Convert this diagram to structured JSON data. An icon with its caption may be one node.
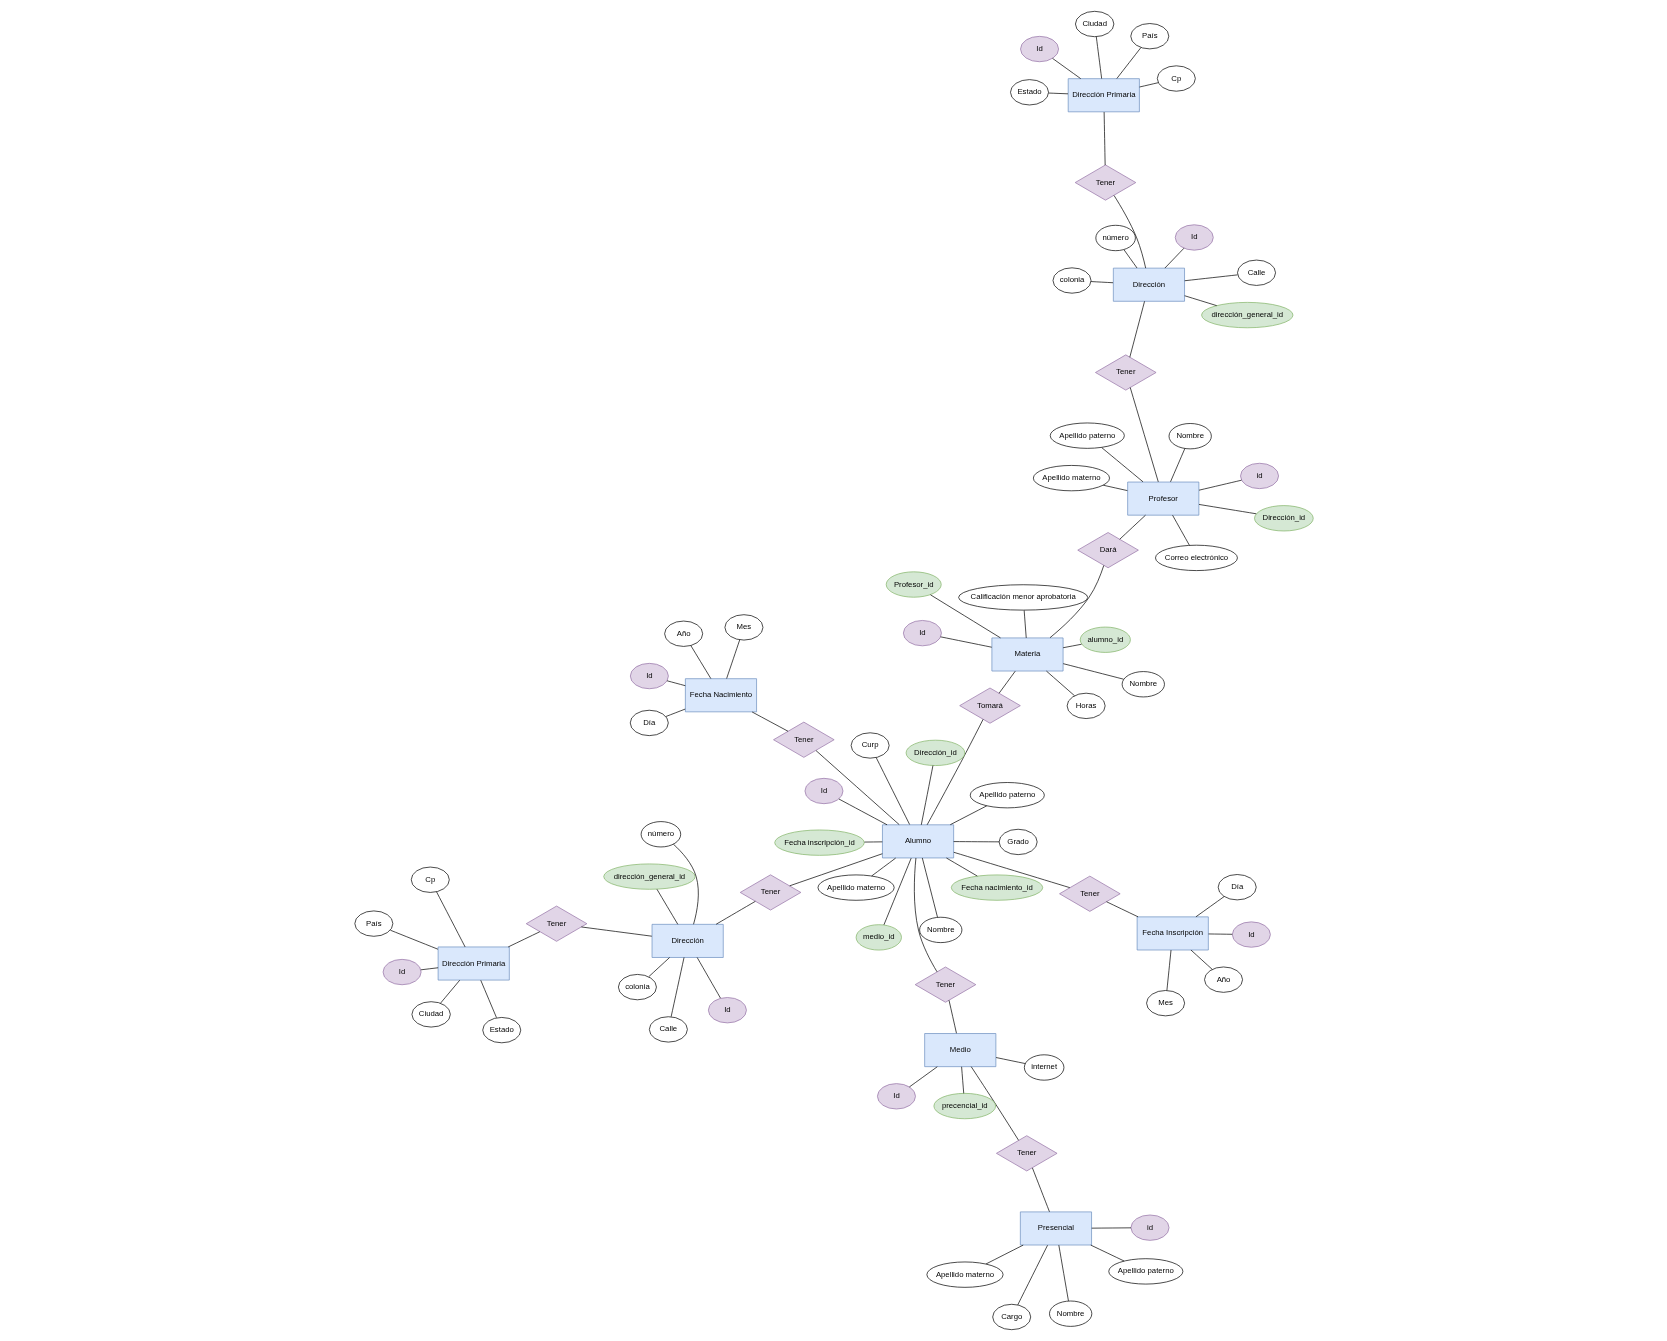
{
  "diagram": {
    "nodes": [
      {
        "text": [
          "Presencial"
        ]
      },
      {
        "text": [
          "id"
        ]
      },
      {
        "text": [
          "Nombre"
        ]
      },
      {
        "text": [
          "Apellido materno"
        ]
      },
      {
        "text": [
          "Apellido paterno"
        ]
      },
      {
        "text": [
          "Cargo"
        ]
      },
      {
        "text": [
          "Tener"
        ]
      },
      {
        "text": [
          "Medio"
        ]
      },
      {
        "text": [
          "Id"
        ]
      },
      {
        "text": [
          "internet"
        ]
      },
      {
        "text": [
          "precencial_id"
        ]
      },
      {
        "text": [
          "Tener"
        ]
      },
      {
        "text": [
          "Fecha Inscripción"
        ]
      },
      {
        "text": [
          "Id"
        ]
      },
      {
        "text": [
          "Día"
        ]
      },
      {
        "text": [
          "Mes"
        ]
      },
      {
        "text": [
          "Año"
        ]
      },
      {
        "text": [
          "Tener"
        ]
      },
      {
        "text": [
          "Alumno"
        ]
      },
      {
        "text": [
          "Id"
        ]
      },
      {
        "text": [
          "Nombre"
        ]
      },
      {
        "text": [
          "Apellido materno"
        ]
      },
      {
        "text": [
          "Apellido paterno"
        ]
      },
      {
        "text": [
          "Dirección_id"
        ]
      },
      {
        "text": [
          "Curp"
        ]
      },
      {
        "text": [
          "Fecha nacimiento_id"
        ]
      },
      {
        "text": [
          "Grado"
        ]
      },
      {
        "text": [
          "Fecha inscripción_id"
        ]
      },
      {
        "text": [
          "medio_id"
        ]
      },
      {
        "text": [
          "Profesor"
        ]
      },
      {
        "text": [
          "id"
        ]
      },
      {
        "text": [
          "Nombre"
        ]
      },
      {
        "text": [
          "Apellido materno"
        ]
      },
      {
        "text": [
          "Apellido paterno"
        ]
      },
      {
        "text": [
          "Dirección_id"
        ]
      },
      {
        "text": [
          "Correo electrónico"
        ]
      },
      {
        "text": [
          "Tener"
        ]
      },
      {
        "text": [
          "Fecha Nacimiento"
        ]
      },
      {
        "text": [
          "Id"
        ]
      },
      {
        "text": [
          "Día"
        ]
      },
      {
        "text": [
          "Mes"
        ]
      },
      {
        "text": [
          "Año"
        ]
      },
      {
        "text": [
          "Tomará"
        ]
      },
      {
        "text": [
          "Dará"
        ]
      },
      {
        "text": [
          "Materia"
        ]
      },
      {
        "text": [
          "Id"
        ]
      },
      {
        "text": [
          "Nombre"
        ]
      },
      {
        "text": [
          "Horas"
        ]
      },
      {
        "text": [
          "Calificación menor aprobatoria"
        ]
      },
      {
        "text": [
          "alumno_id"
        ]
      },
      {
        "text": [
          "Profesor_id"
        ]
      },
      {
        "text": [
          "Tener"
        ]
      },
      {
        "text": [
          "Dirección"
        ]
      },
      {
        "text": [
          "Id"
        ]
      },
      {
        "text": [
          "Calle"
        ]
      },
      {
        "text": [
          "dirección_general_id"
        ]
      },
      {
        "text": [
          "colonia"
        ]
      },
      {
        "text": [
          "número"
        ]
      },
      {
        "text": [
          "Tener"
        ]
      },
      {
        "text": [
          "Dirección Primaria"
        ]
      },
      {
        "text": [
          "Id"
        ]
      },
      {
        "text": [
          "Ciudad"
        ]
      },
      {
        "text": [
          "Estado"
        ]
      },
      {
        "text": [
          "País"
        ]
      },
      {
        "text": [
          "Cp"
        ]
      },
      {
        "text": [
          "Tener"
        ]
      },
      {
        "text": [
          "Dirección"
        ]
      },
      {
        "text": [
          "Id"
        ]
      },
      {
        "text": [
          "Calle"
        ]
      },
      {
        "text": [
          "dirección_general_id"
        ]
      },
      {
        "text": [
          "colonia"
        ]
      },
      {
        "text": [
          "número"
        ]
      },
      {
        "text": [
          "Tener"
        ]
      },
      {
        "text": [
          "Dirección Primaria"
        ]
      },
      {
        "text": [
          "Id"
        ]
      },
      {
        "text": [
          "Ciudad"
        ]
      },
      {
        "text": [
          "Estado"
        ]
      },
      {
        "text": [
          "País"
        ]
      },
      {
        "text": [
          "Cp"
        ]
      }
    ],
    "edges": [
      {
        "from": 1,
        "to": 0,
        "arrow": "none"
      },
      {
        "from": 2,
        "to": 0,
        "arrow": "none"
      },
      {
        "from": 3,
        "to": 0,
        "arrow": "none"
      },
      {
        "from": 4,
        "to": 0,
        "arrow": "none"
      },
      {
        "from": 5,
        "to": 0,
        "arrow": "none"
      },
      {
        "from": 0,
        "to": 6,
        "arrow": "none"
      },
      {
        "from": 6,
        "to": 7,
        "arrow": "none"
      },
      {
        "from": 8,
        "to": 7,
        "arrow": "none"
      },
      {
        "from": 9,
        "to": 7,
        "arrow": "none"
      },
      {
        "from": 10,
        "to": 7,
        "arrow": "none"
      },
      {
        "from": 7,
        "to": 11,
        "arrow": "none"
      },
      {
        "from": 11,
        "to": 18,
        "arrow": "none"
      },
      {
        "from": 13,
        "to": 12,
        "arrow": "none"
      },
      {
        "from": 14,
        "to": 12,
        "arrow": "none"
      },
      {
        "from": 15,
        "to": 12,
        "arrow": "none"
      },
      {
        "from": 16,
        "to": 12,
        "arrow": "none"
      },
      {
        "from": 12,
        "to": 17,
        "arrow": "none"
      },
      {
        "from": 17,
        "to": 18,
        "arrow": "none"
      },
      {
        "from": 19,
        "to": 18,
        "arrow": "none"
      },
      {
        "from": 20,
        "to": 18,
        "arrow": "none"
      },
      {
        "from": 21,
        "to": 18,
        "arrow": "none"
      },
      {
        "from": 22,
        "to": 18,
        "arrow": "none"
      },
      {
        "from": 23,
        "to": 18,
        "arrow": "none"
      },
      {
        "from": 24,
        "to": 18,
        "arrow": "none"
      },
      {
        "from": 25,
        "to": 18,
        "arrow": "none"
      },
      {
        "from": 26,
        "to": 18,
        "arrow": "none"
      },
      {
        "from": 27,
        "to": 18,
        "arrow": "none"
      },
      {
        "from": 28,
        "to": 18,
        "arrow": "none"
      },
      {
        "from": 30,
        "to": 29,
        "arrow": "none"
      },
      {
        "from": 31,
        "to": 29,
        "arrow": "none"
      },
      {
        "from": 32,
        "to": 29,
        "arrow": "none"
      },
      {
        "from": 33,
        "to": 29,
        "arrow": "none"
      },
      {
        "from": 34,
        "to": 29,
        "arrow": "none"
      },
      {
        "from": 35,
        "to": 29,
        "arrow": "none"
      },
      {
        "from": 18,
        "to": 36,
        "arrow": "none"
      },
      {
        "from": 36,
        "to": 37,
        "arrow": "none"
      },
      {
        "from": 38,
        "to": 37,
        "arrow": "none"
      },
      {
        "from": 39,
        "to": 37,
        "arrow": "none"
      },
      {
        "from": 40,
        "to": 37,
        "arrow": "none"
      },
      {
        "from": 41,
        "to": 37,
        "arrow": "none"
      },
      {
        "from": 18,
        "to": 42,
        "arrow": "none"
      },
      {
        "from": 42,
        "to": 44,
        "arrow": "none"
      },
      {
        "from": 29,
        "to": 43,
        "arrow": "none"
      },
      {
        "from": 43,
        "to": 44,
        "arrow": "none"
      },
      {
        "from": 45,
        "to": 44,
        "arrow": "none"
      },
      {
        "from": 46,
        "to": 44,
        "arrow": "none"
      },
      {
        "from": 47,
        "to": 44,
        "arrow": "none"
      },
      {
        "from": 48,
        "to": 44,
        "arrow": "none"
      },
      {
        "from": 49,
        "to": 44,
        "arrow": "none"
      },
      {
        "from": 50,
        "to": 44,
        "arrow": "none"
      },
      {
        "from": 29,
        "to": 51,
        "arrow": "none"
      },
      {
        "from": 51,
        "to": 52,
        "arrow": "none"
      },
      {
        "from": 53,
        "to": 52,
        "arrow": "none"
      },
      {
        "from": 54,
        "to": 52,
        "arrow": "none"
      },
      {
        "from": 55,
        "to": 52,
        "arrow": "none"
      },
      {
        "from": 56,
        "to": 52,
        "arrow": "none"
      },
      {
        "from": 57,
        "to": 52,
        "arrow": "none"
      },
      {
        "from": 52,
        "to": 58,
        "arrow": "none"
      },
      {
        "from": 58,
        "to": 59,
        "arrow": "none"
      },
      {
        "from": 60,
        "to": 59,
        "arrow": "none"
      },
      {
        "from": 61,
        "to": 59,
        "arrow": "none"
      },
      {
        "from": 62,
        "to": 59,
        "arrow": "none"
      },
      {
        "from": 63,
        "to": 59,
        "arrow": "none"
      },
      {
        "from": 64,
        "to": 59,
        "arrow": "none"
      },
      {
        "from": 18,
        "to": 65,
        "arrow": "none"
      },
      {
        "from": 65,
        "to": 66,
        "arrow": "none"
      },
      {
        "from": 67,
        "to": 66,
        "arrow": "none"
      },
      {
        "from": 68,
        "to": 66,
        "arrow": "none"
      },
      {
        "from": 69,
        "to": 66,
        "arrow": "none"
      },
      {
        "from": 70,
        "to": 66,
        "arrow": "none"
      },
      {
        "from": 71,
        "to": 66,
        "arrow": "none"
      },
      {
        "from": 66,
        "to": 72,
        "arrow": "none"
      },
      {
        "from": 72,
        "to": 73,
        "arrow": "none"
      },
      {
        "from": 74,
        "to": 73,
        "arrow": "none"
      },
      {
        "from": 75,
        "to": 73,
        "arrow": "none"
      },
      {
        "from": 76,
        "to": 73,
        "arrow": "none"
      },
      {
        "from": 77,
        "to": 73,
        "arrow": "none"
      },
      {
        "from": 78,
        "to": 73,
        "arrow": "none"
      }
    ]
  }
}
